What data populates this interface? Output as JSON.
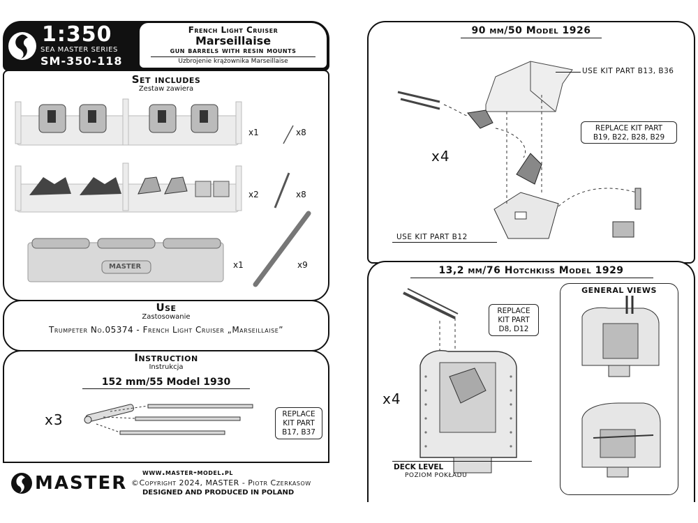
{
  "header": {
    "scale": "1:350",
    "series": "SEA MASTER SERIES",
    "code": "SM-350-118",
    "title_line1": "French Light Cruiser",
    "title_line2": "Marseillaise",
    "title_line3": "gun barrels with resin mounts",
    "title_polish": "Uzbrojenie krążownika Marseillaise"
  },
  "set_includes": {
    "title": "Set includes",
    "subtitle": "Zestaw zawiera",
    "qty_resin1": "x1",
    "qty_resin2": "x2",
    "qty_resin3": "x1",
    "qty_barrel_thin": "x8",
    "qty_barrel_mid": "x8",
    "qty_barrel_big": "x9",
    "base_logo": "MASTER"
  },
  "use": {
    "title": "Use",
    "subtitle": "Zastosowanie",
    "kit": "Trumpeter No.05374 - French Light Cruiser „Marseillaise”"
  },
  "instruction": {
    "title": "Instruction",
    "subtitle": "Instrukcja",
    "gun_title": "152 mm/55 Model 1930",
    "qty": "x3",
    "replace_line1": "REPLACE",
    "replace_line2": "KIT PART",
    "replace_line3": "B17, B37"
  },
  "footer": {
    "logo": "MASTER",
    "url": "www.master-model.pl",
    "copyright": "©Copyright 2024, MASTER - Piotr Czerkasow",
    "designed": "DESIGNED AND PRODUCED IN POLAND"
  },
  "right_top": {
    "title": "90 mm/50 Model 1926",
    "use_b13": "USE KIT PART B13, B36",
    "replace_line1": "REPLACE KIT PART",
    "replace_line2": "B19, B22, B28, B29",
    "qty": "x4",
    "use_b12": "USE KIT PART B12"
  },
  "right_bottom": {
    "title": "13,2 mm/76 Hotchkiss Model 1929",
    "replace_line1": "REPLACE",
    "replace_line2": "KIT PART",
    "replace_line3": "D8, D12",
    "qty": "x4",
    "general_views": "GENERAL VIEWS",
    "deck_level": "DECK LEVEL",
    "deck_level_pl": "POZIOM POKŁADU"
  },
  "colors": {
    "ink": "#111111",
    "part_grey": "#cfcfcf",
    "sprue_grey": "#ececec"
  }
}
